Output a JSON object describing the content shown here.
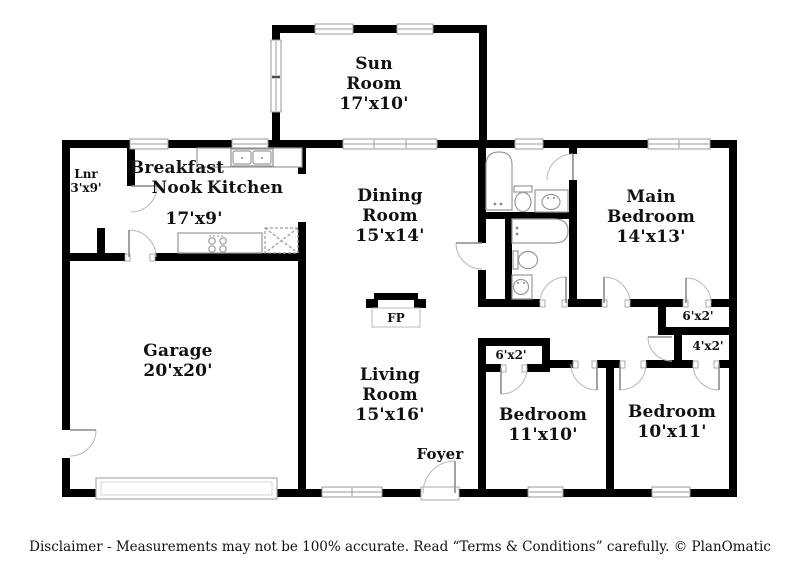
{
  "rooms": {
    "sun_room": {
      "name": "Sun Room",
      "size": "17'x10'"
    },
    "breakfast_nook": {
      "name": "Breakfast Nook",
      "size": "17'x9'"
    },
    "kitchen": {
      "name": "Kitchen"
    },
    "laundry": {
      "name": "Lnr",
      "size": "3'x9'"
    },
    "dining_room": {
      "name": "Dining Room",
      "size": "15'x14'"
    },
    "main_bedroom": {
      "name": "Main Bedroom",
      "size": "14'x13'"
    },
    "garage": {
      "name": "Garage",
      "size": "20'x20'"
    },
    "living_room": {
      "name": "Living Room",
      "size": "15'x16'"
    },
    "foyer": {
      "name": "Foyer"
    },
    "bedroom_left": {
      "name": "Bedroom",
      "size": "11'x10'"
    },
    "bedroom_right": {
      "name": "Bedroom",
      "size": "10'x11'"
    },
    "fireplace": {
      "label": "FP"
    },
    "closet_bedroom_left": {
      "size": "6'x2'"
    },
    "closet_main_bedroom": {
      "size": "6'x2'"
    },
    "closet_bedroom_right": {
      "size": "4'x2'"
    }
  },
  "footer": {
    "disclaimer": "Disclaimer - Measurements may not be 100% accurate. Read “Terms & Conditions” carefully. © PlanOmatic"
  },
  "colors": {
    "wall": "#000000",
    "fixture": "#9a9a9a",
    "background": "#ffffff"
  }
}
